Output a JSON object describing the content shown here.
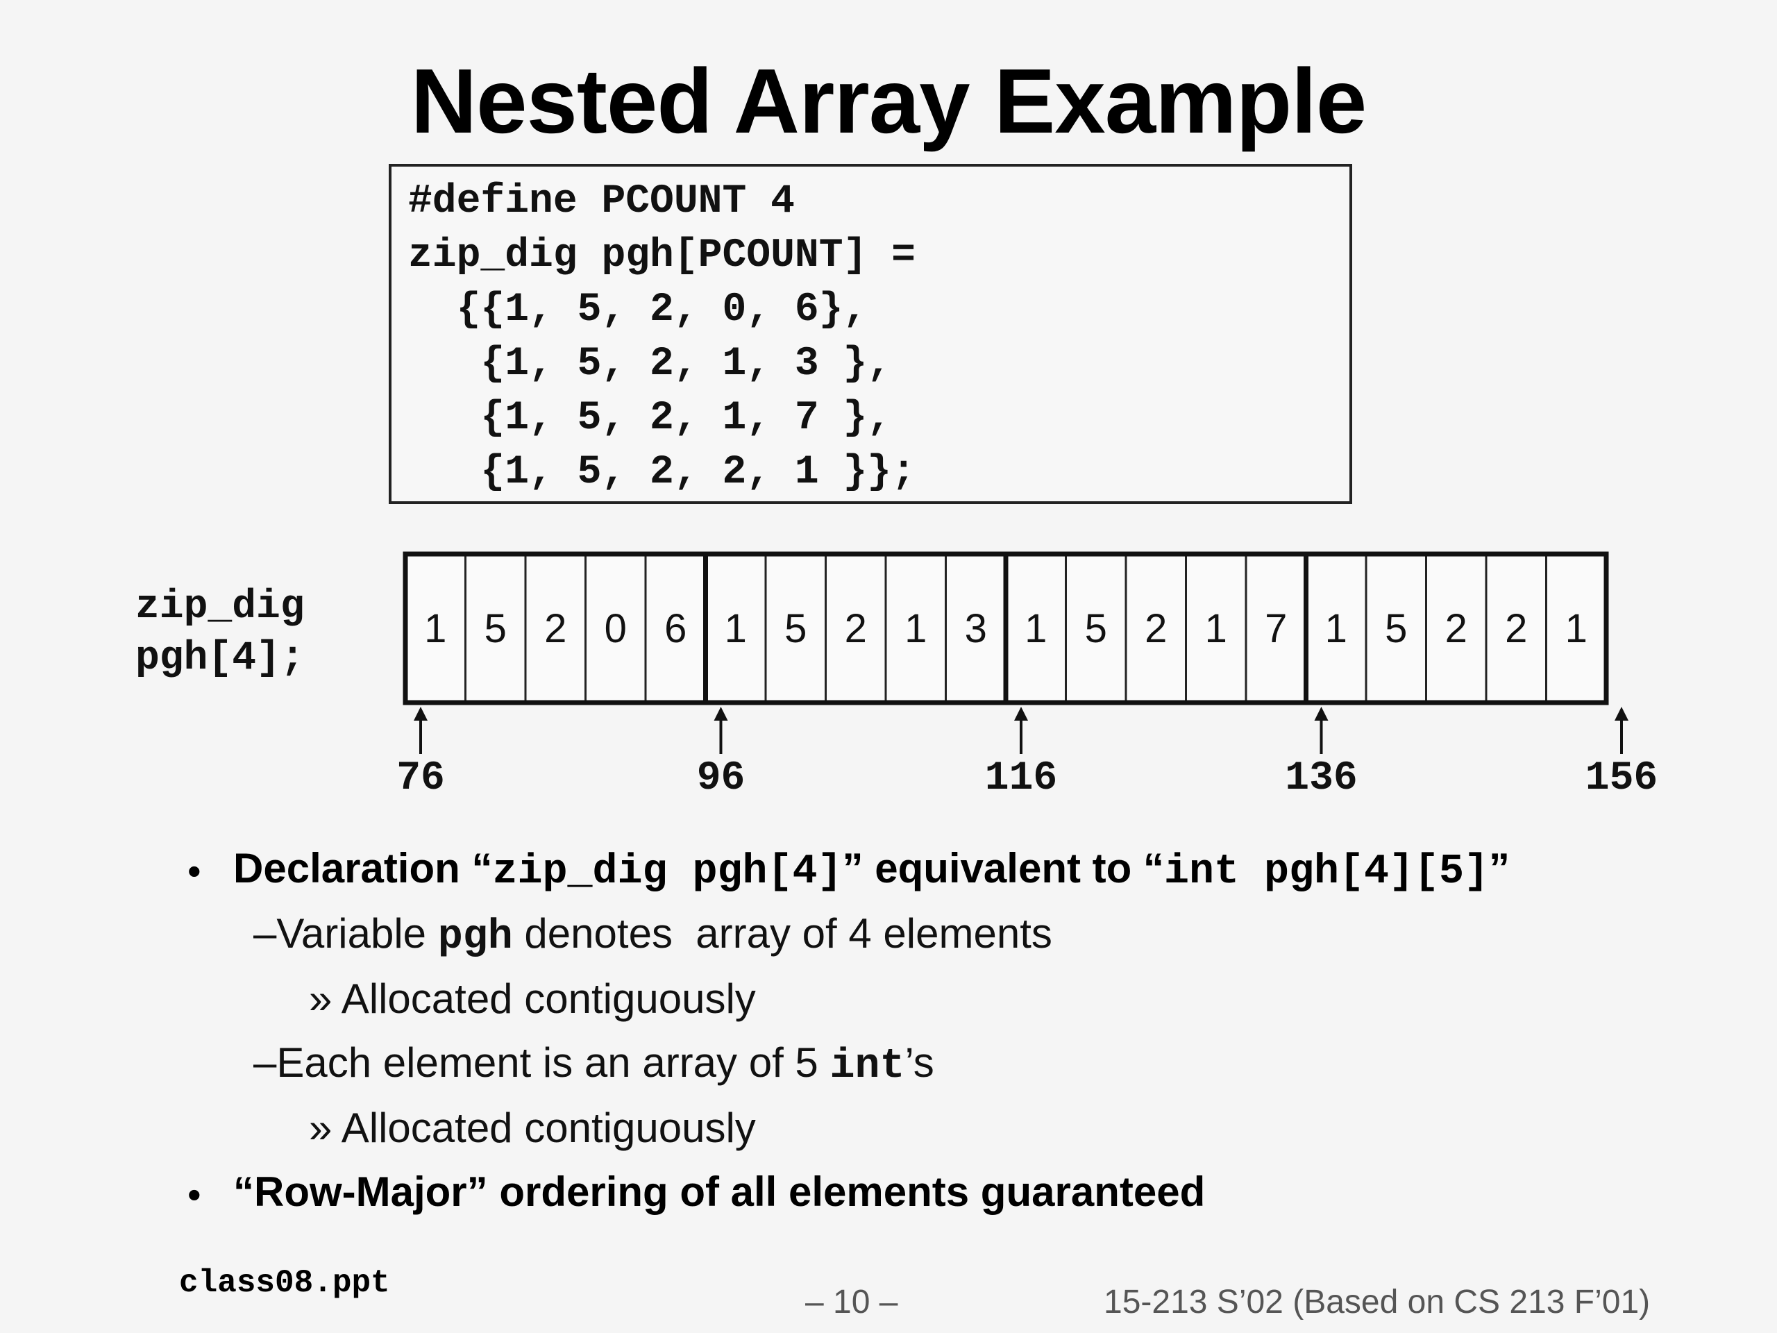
{
  "slide": {
    "title": "Nested Array Example",
    "code": [
      "#define PCOUNT 4",
      "zip_dig pgh[PCOUNT] =",
      "  {{1, 5, 2, 0, 6},",
      "   {1, 5, 2, 1, 3 },",
      "   {1, 5, 2, 1, 7 },",
      "   {1, 5, 2, 2, 1 }};"
    ],
    "declaration": [
      "zip_dig",
      "pgh[4];"
    ],
    "memory": {
      "cells": [
        1,
        5,
        2,
        0,
        6,
        1,
        5,
        2,
        1,
        3,
        1,
        5,
        2,
        1,
        7,
        1,
        5,
        2,
        2,
        1
      ],
      "addresses": [
        "76",
        "96",
        "116",
        "136",
        "156"
      ]
    },
    "bullets": {
      "b1_prefix": "Declaration “",
      "b1_code1": "zip_dig pgh[4]",
      "b1_mid": "” equivalent to “",
      "b1_code2": "int pgh[4][5]",
      "b1_suffix": "”",
      "b2_prefix": "–Variable ",
      "b2_code": "pgh",
      "b2_suffix": " denotes  array of 4 elements",
      "b3": "» Allocated contiguously",
      "b4_prefix": "–Each element is an array of 5 ",
      "b4_code": "int",
      "b4_suffix": "’s",
      "b5": "» Allocated contiguously",
      "b6": "“Row-Major” ordering of all elements guaranteed",
      "dot": "•"
    },
    "footer": {
      "left": "class08.ppt",
      "center": "– 10 –",
      "right": "15-213 S’02 (Based on CS 213 F’01)"
    }
  }
}
